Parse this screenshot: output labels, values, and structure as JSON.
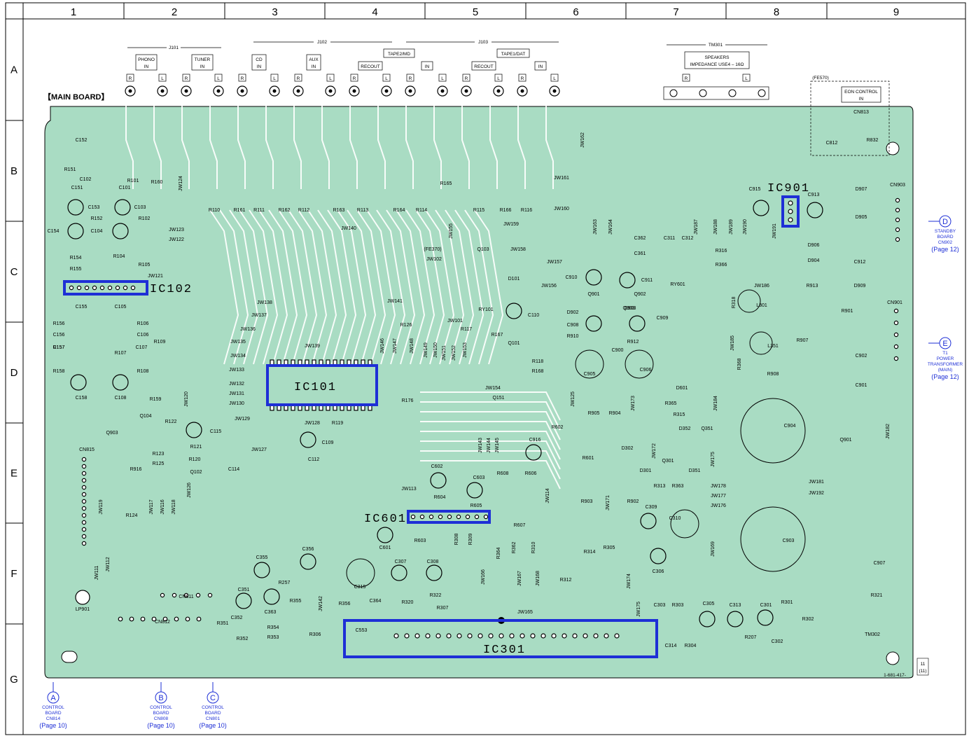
{
  "grid": {
    "columns": [
      "1",
      "2",
      "3",
      "4",
      "5",
      "6",
      "7",
      "8",
      "9"
    ],
    "rows": [
      "A",
      "B",
      "C",
      "D",
      "E",
      "F",
      "G"
    ]
  },
  "board_title": "【MAIN BOARD】",
  "jacks": {
    "j101": "J101",
    "j102": "J102",
    "j103": "J103",
    "tm301": "TM301",
    "phono": [
      "PHONO",
      "IN"
    ],
    "tuner": [
      "TUNER",
      "IN"
    ],
    "cd": [
      "CD",
      "IN"
    ],
    "aux": [
      "AUX",
      "IN"
    ],
    "tape2": "TAPE2/MD",
    "tape1": "TAPE1/DAT",
    "recout": "RECOUT",
    "in": "IN",
    "speakers": [
      "SPEAKERS",
      "IMPEDANCE USE4 – 16Ω"
    ],
    "r": "R",
    "l": "L",
    "fe570": "(FE570)",
    "eon": [
      "EON CONTROL",
      "IN"
    ]
  },
  "ics": {
    "ic101": "IC101",
    "ic102": "IC102",
    "ic301": "IC301",
    "ic601": "IC601",
    "ic901": "IC901"
  },
  "connectors": [
    {
      "letter": "A",
      "lines": [
        "CONTROL",
        "BOARD",
        "CN814"
      ],
      "page": "(Page 10)"
    },
    {
      "letter": "B",
      "lines": [
        "CONTROL",
        "BOARD",
        "CN808"
      ],
      "page": "(Page 10)"
    },
    {
      "letter": "C",
      "lines": [
        "CONTROL",
        "BOARD",
        "CN801"
      ],
      "page": "(Page 10)"
    },
    {
      "letter": "D",
      "lines": [
        "STANDBY",
        "BOARD",
        "CN902"
      ],
      "page": "(Page 12)"
    },
    {
      "letter": "E",
      "lines": [
        "T1",
        "POWER",
        "TRANSFORMER",
        "(MAIN)"
      ],
      "page": "(Page 12)"
    }
  ],
  "components": {
    "cn815": "CN815",
    "cn811": "CN811",
    "cn812": "CN812",
    "cn813": "CN813",
    "cn901": "CN901",
    "cn903": "CN903",
    "c152": "C152",
    "c102": "C102",
    "c151": "C151",
    "c101": "C101",
    "c153": "C153",
    "c103": "C103",
    "c154": "C154",
    "c104": "C104",
    "c155": "C155",
    "c105": "C105",
    "c156": "C156",
    "c106": "C106",
    "c157": "C157",
    "c107": "C107",
    "c158": "C158",
    "c108": "C108",
    "r151": "R151",
    "r101": "R101",
    "r160": "R160",
    "r152": "R152",
    "r102": "R102",
    "r154": "R154",
    "r104": "R104",
    "r155": "R155",
    "r105": "R105",
    "r156": "R156",
    "r157": "R157",
    "r158": "R158",
    "r106": "R106",
    "r107": "R107",
    "r108": "R108",
    "r109": "R109",
    "r159": "R159",
    "r110": "R110",
    "r161": "R161",
    "r111": "R111",
    "r162": "R162",
    "r112": "R112",
    "r163": "R163",
    "r113": "R113",
    "r164": "R164",
    "r114": "R114",
    "r165": "R165",
    "r115": "R115",
    "r166": "R166",
    "r116": "R116",
    "r167": "R167",
    "r117": "R117",
    "r118": "R118",
    "r168": "R168",
    "r176": "R176",
    "r126": "R126",
    "jw124": "JW124",
    "jw123": "JW123",
    "jw122": "JW122",
    "jw121": "JW121",
    "jw140": "JW140",
    "jw155": "JW155",
    "jw159": "JW159",
    "jw160": "JW160",
    "jw161": "JW161",
    "jw162": "JW162",
    "jw138": "JW138",
    "jw137": "JW137",
    "jw136": "JW136",
    "jw135": "JW135",
    "jw134": "JW134",
    "jw133": "JW133",
    "jw132": "JW132",
    "jw131": "JW131",
    "jw130": "JW130",
    "jw129": "JW129",
    "jw139": "JW139",
    "jw141": "JW141",
    "jw101": "JW101",
    "jw102": "JW102",
    "jw158": "JW158",
    "jw157": "JW157",
    "jw156": "JW156",
    "jw154": "JW154",
    "jw163": "JW163",
    "jw164": "JW164",
    "q103": "Q103",
    "q101": "Q101",
    "q151": "Q151",
    "d101": "D101",
    "ry101": "RY101",
    "c110": "C110",
    "fe370": "(FE370)",
    "c910": "C910",
    "c911": "C911",
    "q901": "Q901",
    "q902": "Q902",
    "q903": "Q903",
    "d902": "D902",
    "d903": "D903",
    "c908": "C908",
    "c909": "C909",
    "r910": "R910",
    "r912": "R912",
    "c900": "C900",
    "c905": "C905",
    "c906": "C906",
    "c362": "C362",
    "c361": "C361",
    "c311": "C311",
    "c312": "C312",
    "r316": "R316",
    "r366": "R366",
    "ry601": "RY601",
    "l301": "L301",
    "l351": "L351",
    "c915": "C915",
    "c913": "C913",
    "d907": "D907",
    "d905": "D905",
    "d906": "D906",
    "d904": "D904",
    "c912": "C912",
    "r913": "R913",
    "d909": "D909",
    "r901": "R901",
    "r907": "R907",
    "c902": "C902",
    "c901": "C901",
    "r908": "R908",
    "jw187": "JW187",
    "jw188": "JW188",
    "jw189": "JW189",
    "jw190": "JW190",
    "jw191": "JW191",
    "jw186": "JW186",
    "r318": "R318",
    "r368": "R368",
    "jw185": "JW185",
    "d601": "D601",
    "c812": "C812",
    "r832": "R832",
    "c904": "C904",
    "q901b": "Q901",
    "jw182": "JW182",
    "jw181": "JW181",
    "jw192": "JW192",
    "c903": "C903",
    "c907": "C907",
    "r321": "R321",
    "tm302": "TM302",
    "q903b": "Q903",
    "q104": "Q104",
    "r122": "R122",
    "r123": "R123",
    "r125": "R125",
    "r916": "R916",
    "r121": "R121",
    "r120": "R120",
    "q102": "Q102",
    "c115": "C115",
    "c114": "C114",
    "jw127": "JW127",
    "jw128": "JW128",
    "r119": "R119",
    "c109": "C109",
    "c112": "C112",
    "jw120": "JW120",
    "jw126": "JW126",
    "jw117": "JW117",
    "jw116": "JW116",
    "jw118": "JW118",
    "jw119": "JW119",
    "r124": "R124",
    "jw111": "JW111",
    "jw112": "JW112",
    "lp901": "LP901",
    "c602": "C602",
    "c603": "C603",
    "r604": "R604",
    "r605": "R605",
    "jw113": "JW113",
    "c601": "C601",
    "r603": "R603",
    "r608": "R608",
    "r606": "R606",
    "r607": "R607",
    "jw114": "JW114",
    "c916": "C916",
    "r602": "R602",
    "r601": "R601",
    "jw143": "JW143",
    "jw144": "JW144",
    "jw145": "JW145",
    "jw146": "JW146",
    "jw147": "JW147",
    "jw148": "JW148",
    "jw149": "JW149",
    "jw150": "JW150",
    "jw151": "JW151",
    "jw152": "JW152",
    "jw153": "JW153",
    "r905": "R905",
    "r904": "R904",
    "jw125": "JW125",
    "jw173": "JW173",
    "r365": "R365",
    "r315": "R315",
    "jw184": "JW184",
    "d352": "D352",
    "q351": "Q351",
    "d302": "D302",
    "jw172": "JW172",
    "q301": "Q301",
    "d301": "D301",
    "jw175": "JW175",
    "d351": "D351",
    "r313": "R313",
    "r363": "R363",
    "jw178": "JW178",
    "jw177": "JW177",
    "jw176": "JW176",
    "r903": "R903",
    "jw171": "JW171",
    "r902": "R902",
    "c309": "C309",
    "c310": "C310",
    "jw169": "JW169",
    "c306": "C306",
    "r314": "R314",
    "r305": "R305",
    "jw174": "JW174",
    "jw175b": "JW175",
    "c303": "C303",
    "r303": "R303",
    "c305": "C305",
    "c313": "C313",
    "c301": "C301",
    "r301": "R301",
    "r302": "R302",
    "r207": "R207",
    "c302": "C302",
    "c314": "C314",
    "r304": "R304",
    "c355": "C355",
    "c356": "C356",
    "r257": "R257",
    "c351": "C351",
    "c363": "C363",
    "c352": "C352",
    "r351": "R351",
    "r354": "R354",
    "r353": "R353",
    "r352": "R352",
    "r355": "R355",
    "jw142": "JW142",
    "r356": "R356",
    "r306": "R306",
    "c315": "C315",
    "c307": "C307",
    "c308": "C308",
    "r322": "R322",
    "c364": "C364",
    "r320": "R320",
    "r307": "R307",
    "c553": "C553",
    "r308": "R308",
    "r309": "R309",
    "jw166": "JW166",
    "r364": "R364",
    "r362": "R362",
    "jw167": "JW167",
    "r310": "R310",
    "jw168": "JW168",
    "r312": "R312",
    "jw165": "JW165"
  },
  "footer": {
    "page_num": "11",
    "page_num2": "(11)",
    "part_no": "1-681-417-"
  }
}
